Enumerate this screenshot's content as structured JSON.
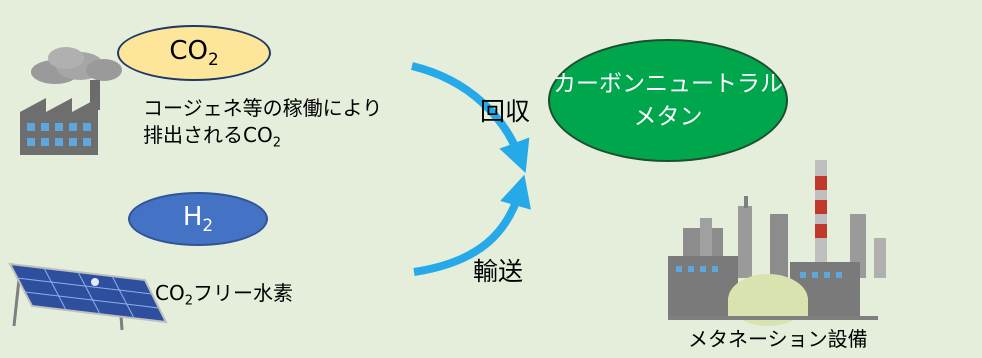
{
  "co2_bubble": {
    "main": "CO",
    "sub": "2"
  },
  "h2_bubble": {
    "main": "H",
    "sub": "2"
  },
  "cogen_label": {
    "line1": "コージェネ等の稼働により",
    "line2_prefix": "排出されるCO",
    "line2_sub": "2"
  },
  "hydrogen_label": {
    "prefix": "CO",
    "sub": "2",
    "suffix": "フリー水素"
  },
  "recover_label": "回収",
  "transport_label": "輸送",
  "methane_bubble": {
    "line1": "カーボンニュートラル",
    "line2": "メタン"
  },
  "facility_label": "メタネーション設備",
  "colors": {
    "background": "#e4eedb",
    "arrow": "#26a9e8",
    "co2_fill": "#fde699",
    "h2_fill": "#4472c4",
    "methane_fill": "#00a64c"
  }
}
